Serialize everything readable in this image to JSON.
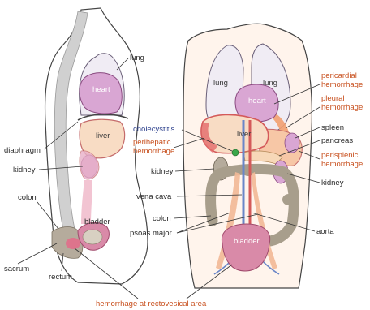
{
  "colors": {
    "skin": "#f6c8a4",
    "body_outline": "#444444",
    "lung": "#f0ecf4",
    "heart": "#d9a6d3",
    "liver": "#f8dcc4",
    "kidney": "#d9a6d3",
    "colon": "#b5ab9c",
    "bladder": "#d98aa8",
    "hemorrhage_label": "#c8501e",
    "cholecystitis_label": "#2b3f8c"
  },
  "side_view": {
    "organs": {
      "lung": "lung",
      "heart": "heart",
      "liver": "liver",
      "bladder": "bladder"
    },
    "labels": {
      "diaphragm": "diaphragm",
      "kidney": "kidney",
      "colon": "colon",
      "sacrum": "sacrum",
      "rectum": "rectum"
    }
  },
  "front_view": {
    "organs": {
      "lung_left": "lung",
      "lung_right": "lung",
      "heart": "heart",
      "liver": "liver",
      "bladder": "bladder"
    },
    "labels": {
      "pericardial_1": "pericardial",
      "pericardial_2": "hemorrhage",
      "pleural_1": "pleural",
      "pleural_2": "hemorrhage",
      "spleen": "spleen",
      "pancreas": "pancreas",
      "perisplenic_1": "perisplenic",
      "perisplenic_2": "hemorrhage",
      "kidney_right": "kidney",
      "cholecystitis": "cholecystitis",
      "perihepatic_1": "perihepatic",
      "perihepatic_2": "hemorrhage",
      "kidney_left": "kidney",
      "vena_cava": "vena cava",
      "colon": "colon",
      "psoas_major": "psoas major",
      "aorta": "aorta"
    }
  },
  "bottom_label": "hemorrhage at rectovesical area"
}
